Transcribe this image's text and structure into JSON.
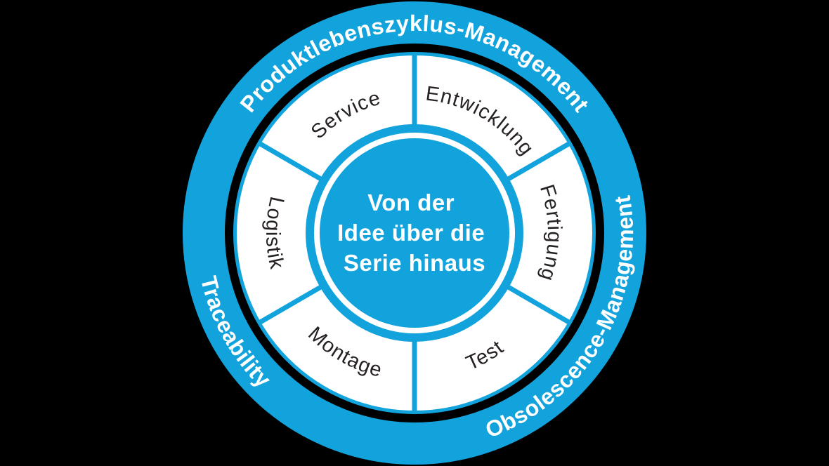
{
  "diagram": {
    "outer_ring": {
      "top_label": "Produktlebenszyklus-Management",
      "bottom_left_label": "Traceability",
      "bottom_right_label": "Obsolescence-Management"
    },
    "process_segments": {
      "service": "Service",
      "entwicklung": "Entwicklung",
      "fertigung": "Fertigung",
      "test": "Test",
      "montage": "Montage",
      "logistik": "Logistik"
    },
    "center": {
      "line1": "Von der",
      "line2": "Idee über die",
      "line3": "Serie hinaus"
    },
    "colors": {
      "accent_blue": "#12a3dd",
      "segment_text": "#262122",
      "ring_fill": "#ffffff",
      "background": "#000000"
    }
  }
}
